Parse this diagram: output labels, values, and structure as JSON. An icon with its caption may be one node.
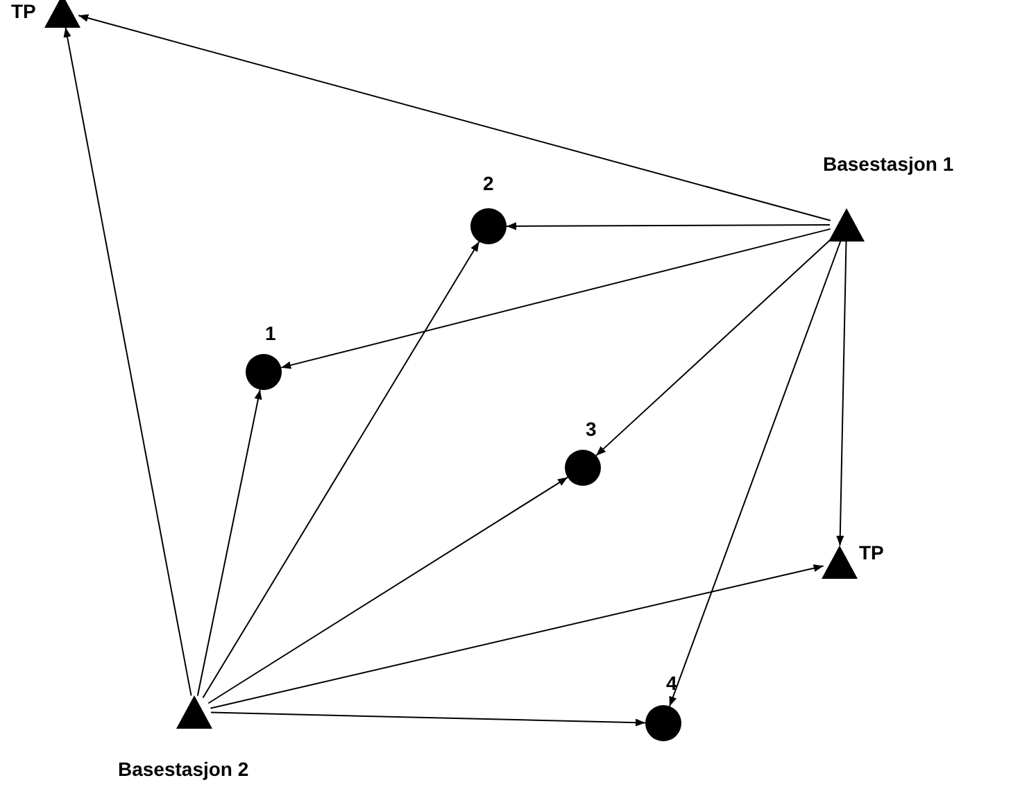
{
  "diagram": {
    "nodes": [
      {
        "text": [],
        "shape": "triangle",
        "beside": [
          "TP"
        ]
      },
      {
        "text": [],
        "shape": "triangle",
        "beside": [
          "Basestasjon 1"
        ]
      },
      {
        "text": [],
        "shape": "circle",
        "beside": [
          "2"
        ]
      },
      {
        "text": [],
        "shape": "circle",
        "beside": [
          "1"
        ]
      },
      {
        "text": [],
        "shape": "circle",
        "beside": [
          "3"
        ]
      },
      {
        "text": [],
        "shape": "triangle",
        "beside": [
          "TP"
        ]
      },
      {
        "text": [],
        "shape": "triangle",
        "beside": [
          "Basestasjon 2"
        ]
      },
      {
        "text": [],
        "shape": "circle",
        "beside": [
          "4"
        ]
      }
    ],
    "edges": [
      {
        "from": 1,
        "to": 0,
        "arrow": "to"
      },
      {
        "from": 1,
        "to": 2,
        "arrow": "to"
      },
      {
        "from": 1,
        "to": 3,
        "arrow": "to"
      },
      {
        "from": 1,
        "to": 4,
        "arrow": "to"
      },
      {
        "from": 1,
        "to": 5,
        "arrow": "to"
      },
      {
        "from": 1,
        "to": 7,
        "arrow": "to"
      },
      {
        "from": 6,
        "to": 0,
        "arrow": "to"
      },
      {
        "from": 6,
        "to": 3,
        "arrow": "to"
      },
      {
        "from": 6,
        "to": 2,
        "arrow": "to"
      },
      {
        "from": 6,
        "to": 4,
        "arrow": "to"
      },
      {
        "from": 6,
        "to": 5,
        "arrow": "to"
      },
      {
        "from": 6,
        "to": 7,
        "arrow": "to"
      }
    ]
  }
}
